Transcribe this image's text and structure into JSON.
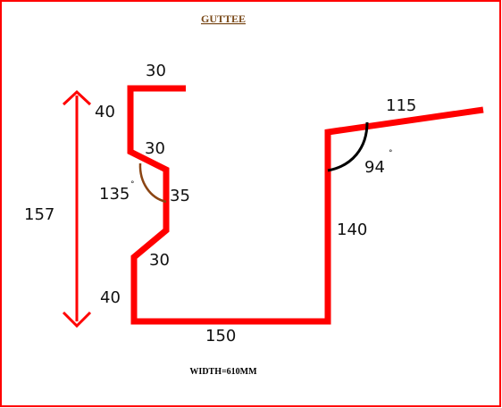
{
  "diagram": {
    "title": "GUTTEE",
    "footer": "WIDTH=610MM",
    "dimensions": {
      "top_left": "30",
      "left_upper": "40",
      "upper_slope": "30",
      "inner_vertical": "35",
      "lower_slope": "30",
      "left_lower": "40",
      "bottom": "150",
      "right_vertical": "140",
      "top_right": "115",
      "overall_height": "157"
    },
    "angles": {
      "left": {
        "value": "135",
        "unit": "°"
      },
      "right": {
        "value": "94",
        "unit": "°"
      }
    },
    "colors": {
      "frame": "#ff0000",
      "profile": "#ff0000",
      "arrow": "#ff0000",
      "left_angle_arc": "#8b4513",
      "right_angle_arc": "#000000",
      "title": "#7a4a1a"
    }
  }
}
